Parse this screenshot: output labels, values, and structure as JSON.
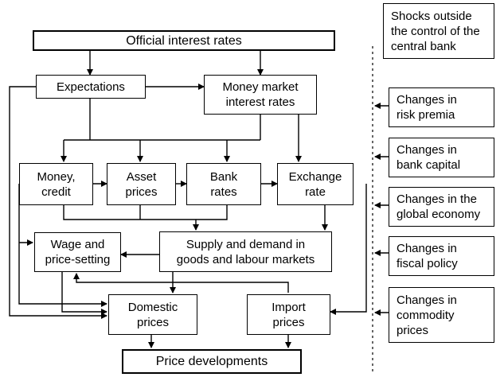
{
  "diagram": {
    "boxes": {
      "official_rates": "Official interest rates",
      "expectations": "Expectations",
      "money_market": "Money market\ninterest rates",
      "money_credit": "Money,\ncredit",
      "asset_prices": "Asset\nprices",
      "bank_rates": "Bank\nrates",
      "exchange_rate": "Exchange\nrate",
      "wage_price": "Wage and\nprice-setting",
      "supply_demand": "Supply and demand in\ngoods and labour markets",
      "domestic_prices": "Domestic\nprices",
      "import_prices": "Import\nprices",
      "price_developments": "Price developments"
    },
    "shocks": {
      "title": "Shocks outside\nthe control of the\ncentral bank",
      "items": [
        "Changes in\nrisk premia",
        "Changes in\nbank capital",
        "Changes in the\nglobal economy",
        "Changes in\nfiscal policy",
        "Changes in\ncommodity\nprices"
      ]
    }
  }
}
